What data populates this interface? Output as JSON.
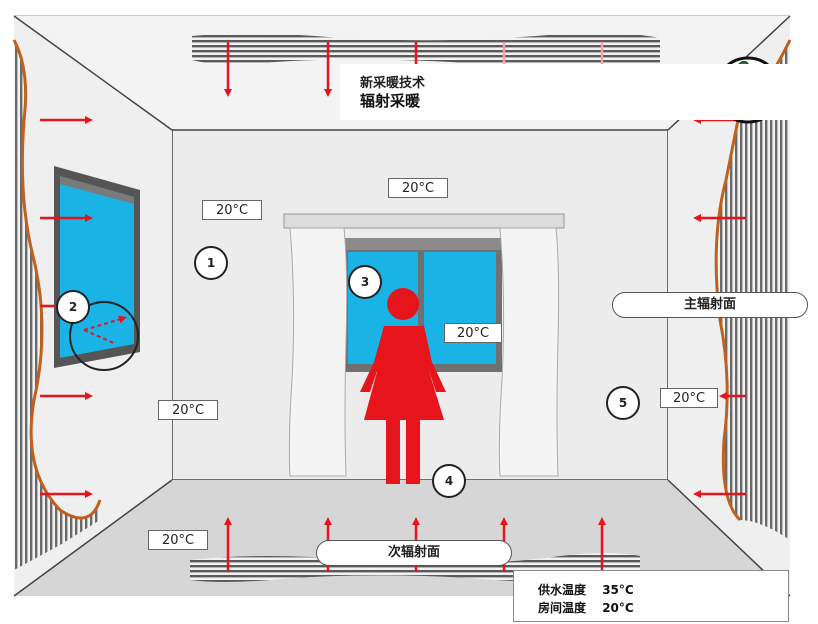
{
  "title": {
    "line1": "新采暖技术",
    "line2": "辐射采暖"
  },
  "icons": {
    "thumb": "thumbs-up-icon",
    "person": "person-silhouette-icon"
  },
  "colors": {
    "arrow_red": "#e8141c",
    "thumb_green": "#1a8a3a",
    "window_blue": "#19b3e6",
    "wall_copper": "#c0601e",
    "radiant_stripe": "#555555"
  },
  "temperatures": {
    "back_wall_left": "20°C",
    "back_wall_top": "20°C",
    "window_right": "20°C",
    "left_wall": "20°C",
    "right_wall": "20°C",
    "floor_left": "20°C"
  },
  "markers": [
    "1",
    "2",
    "3",
    "4",
    "5"
  ],
  "labels": {
    "main_radiant_surface": "主辐射面",
    "secondary_radiant_surface": "次辐射面"
  },
  "info": {
    "supply_label": "供水温度",
    "supply_value": "35°C",
    "room_label": "房间温度",
    "room_value": "20°C"
  }
}
